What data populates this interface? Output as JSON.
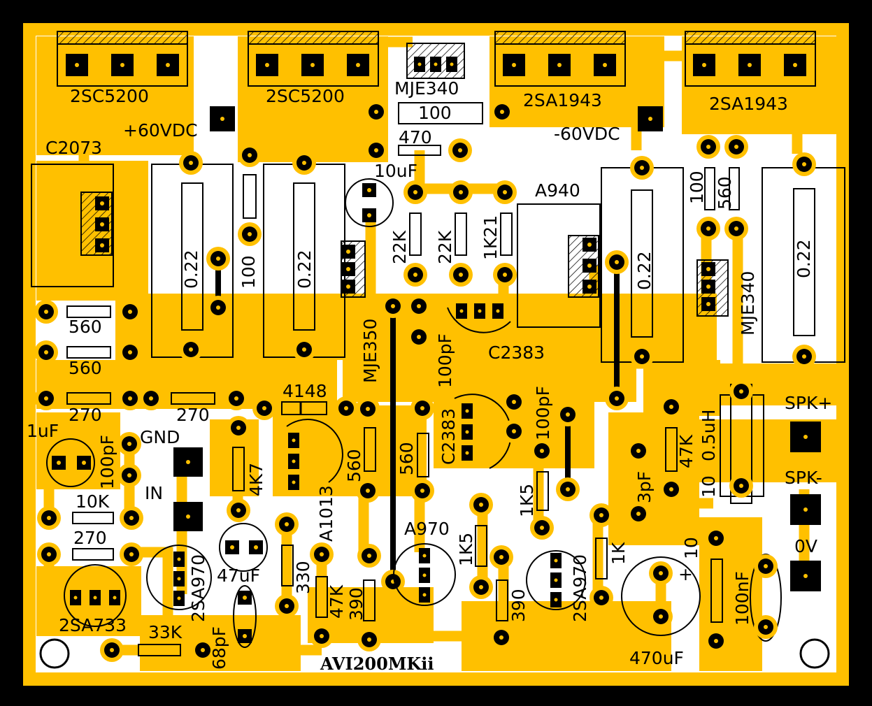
{
  "board": {
    "name": "AVI200MKii",
    "colors": {
      "copper": "#ffc000",
      "background": "#ffffff",
      "silk": "#000000"
    }
  },
  "labels": {
    "q1": "2SC5200",
    "q2": "2SC5200",
    "q3": "2SA1943",
    "q4": "2SA1943",
    "mje340_top": "MJE340",
    "mje340_right": "MJE340",
    "mje350": "MJE350",
    "pos_supply": "+60VDC",
    "neg_supply": "-60VDC",
    "c2073": "C2073",
    "a940": "A940",
    "c2383_a": "C2383",
    "c2383_b": "C2383",
    "r100_top": "100",
    "r470": "470",
    "c10uf": "10uF",
    "r22k_a": "22K",
    "r22k_b": "22K",
    "r1k21": "1K21",
    "r022_1": "0.22",
    "r022_2": "0.22",
    "r022_3": "0.22",
    "r022_4": "0.22",
    "r100_mid": "100",
    "r100_right": "100",
    "r560_right": "560",
    "r560_a": "560",
    "r560_b": "560",
    "r270_a": "270",
    "r270_b": "270",
    "d4148": "4148",
    "c1uf": "1uF",
    "c100pf_in": "100pF",
    "gnd": "GND",
    "in": "IN",
    "r4k7": "4K7",
    "a1013": "A1013",
    "r560_c": "560",
    "r560_d": "560",
    "c100pf_mid": "100pF",
    "c100pf_right": "100pF",
    "r10k": "10K",
    "r270_c": "270",
    "a970_a": "2SA970",
    "c47uf": "47uF",
    "r330": "330",
    "r47k_a": "47K",
    "r390_a": "390",
    "a970_b": "A970",
    "r1k5_a": "1K5",
    "r1k5_b": "1K5",
    "r390_b": "390",
    "a970_c": "2SA970",
    "r1k": "1K",
    "c3pf": "3pF",
    "r47k_b": "47K",
    "l05uh": "0.5uH",
    "r10_a": "10",
    "r10_b": "10",
    "c470uf": "470uF",
    "c100nf": "100nF",
    "spk_pos": "SPK+",
    "spk_neg": "SPK-",
    "zero_v": "0V",
    "a733": "2SA733",
    "r33k": "33K",
    "c68pf": "68pF"
  }
}
